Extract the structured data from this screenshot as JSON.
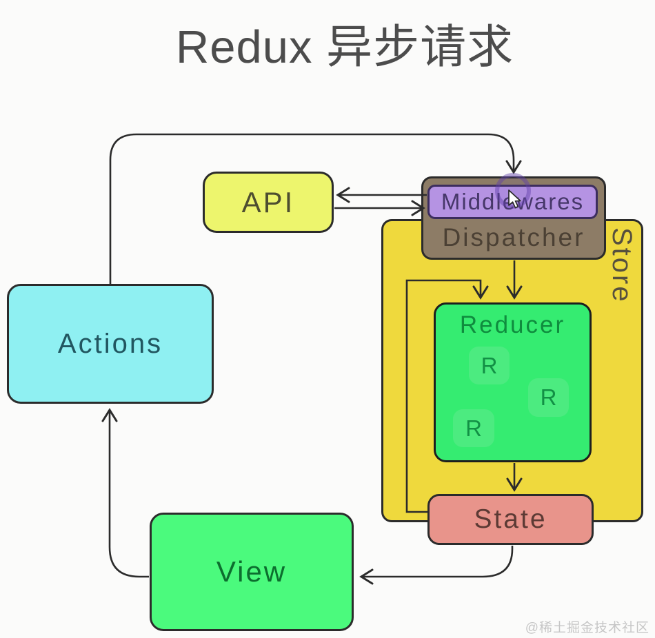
{
  "title": "Redux 异步请求",
  "watermark": "@稀土掘金技术社区",
  "nodes": {
    "api": {
      "label": "API",
      "fill": "#edf56d"
    },
    "middlewares": {
      "label": "Middlewares",
      "fill": "#b593e3"
    },
    "dispatcher": {
      "label": "Dispatcher",
      "fill": "#8d7c66"
    },
    "store": {
      "label": "Store",
      "fill": "#efd93d"
    },
    "reducer": {
      "label": "Reducer",
      "fill": "#35ec71",
      "r_items": [
        "R",
        "R",
        "R"
      ]
    },
    "state": {
      "label": "State",
      "fill": "#e8948b"
    },
    "actions": {
      "label": "Actions",
      "fill": "#8ff0f2"
    },
    "view": {
      "label": "View",
      "fill": "#4bfa7d"
    }
  },
  "edges": [
    {
      "from": "actions",
      "to": "dispatcher"
    },
    {
      "from": "middlewares",
      "to": "api"
    },
    {
      "from": "api",
      "to": "middlewares"
    },
    {
      "from": "dispatcher",
      "to": "reducer"
    },
    {
      "from": "state",
      "to": "reducer"
    },
    {
      "from": "reducer",
      "to": "state"
    },
    {
      "from": "state",
      "to": "view"
    },
    {
      "from": "view",
      "to": "actions"
    }
  ],
  "colors": {
    "background": "#fbfbfa",
    "line": "#2b2b2b",
    "title_text": "#4c4c4c",
    "click_ring": "#6f4bb8",
    "watermark_text": "#c6c6c6"
  }
}
